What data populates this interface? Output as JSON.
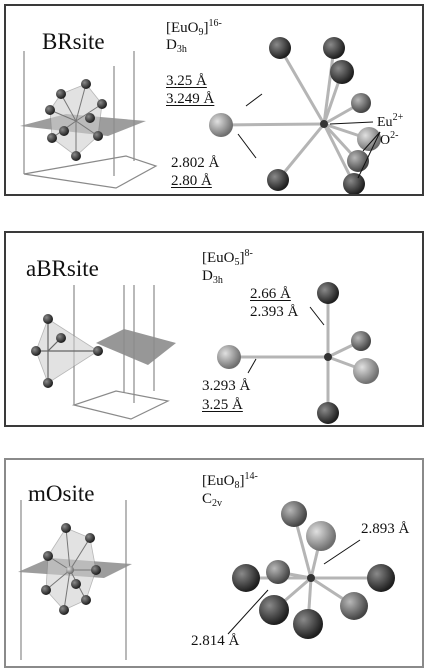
{
  "panels": [
    {
      "site": "BRsite",
      "formula": "[EuO",
      "formula_sub": "9",
      "formula_close": "]",
      "charge": "16-",
      "sym": "D",
      "sym_sub": "3h",
      "dist_a": "3.25 Å",
      "dist_b": "3.249 Å",
      "dist_c": "2.802 Å",
      "dist_d": "2.80 Å",
      "eu_label": "Eu",
      "eu_charge": "2+",
      "o_label": "O",
      "o_charge": "2-"
    },
    {
      "site": "aBRsite",
      "formula": "[EuO",
      "formula_sub": "5",
      "formula_close": "]",
      "charge": "8-",
      "sym": "D",
      "sym_sub": "3h",
      "dist_a": "2.66 Å",
      "dist_b": "2.393 Å",
      "dist_c": "3.293 Å",
      "dist_d": "3.25 Å"
    },
    {
      "site": "mOsite",
      "formula": "[EuO",
      "formula_sub": "8",
      "formula_close": "]",
      "charge": "14-",
      "sym": "C",
      "sym_sub": "2v",
      "dist_a": "2.893 Å",
      "dist_b": "2.814 Å"
    }
  ],
  "colors": {
    "frame": "#3a3a3a",
    "frame_light": "#8a8a8a",
    "oxygen_dark": "#2b2b2b",
    "oxygen_light": "#9a9a9a",
    "bond": "#b8b8b8",
    "plane": "#8c8c8c"
  }
}
